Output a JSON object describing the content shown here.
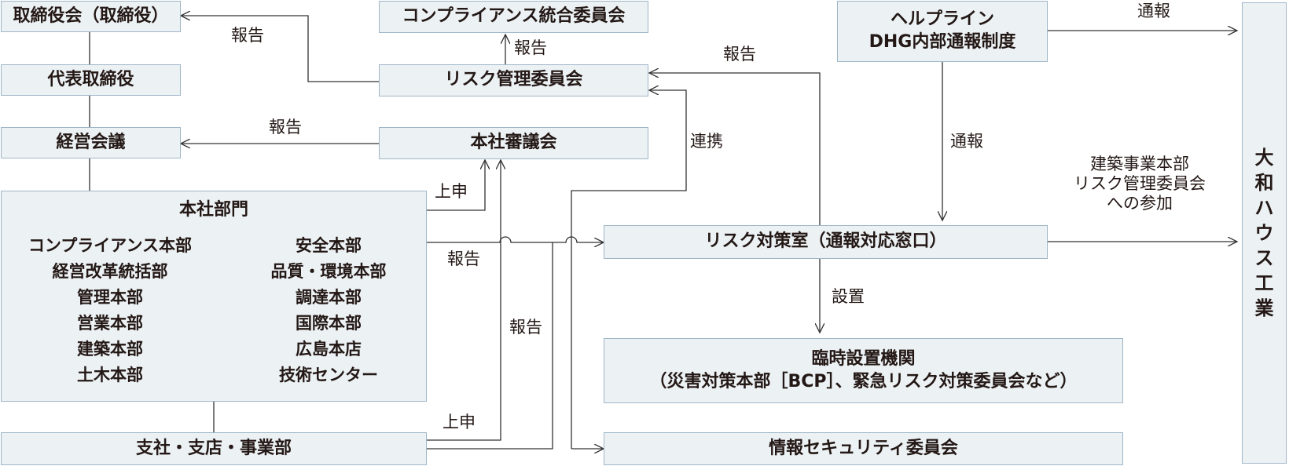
{
  "boxes": {
    "board": "取締役会（取締役）",
    "representative": "代表取締役",
    "management_meeting": "経営会議",
    "compliance_committee": "コンプライアンス統合委員会",
    "risk_committee": "リスク管理委員会",
    "hq_council": "本社審議会",
    "helpline_line1": "ヘルプライン",
    "helpline_line2": "DHG内部通報制度",
    "daiwa_house": "大和ハウス工業",
    "hq_departments_title": "本社部門",
    "risk_office": "リスク対策室（通報対応窓口）",
    "temporary_org_line1": "臨時設置機関",
    "temporary_org_line2": "（災害対策本部［BCP］、緊急リスク対策委員会など）",
    "branches": "支社・支店・事業部",
    "info_security": "情報セキュリティ委員会"
  },
  "departments_left": [
    "コンプライアンス本部",
    "経営改革統括部",
    "管理本部",
    "営業本部",
    "建築本部",
    "土木本部"
  ],
  "departments_right": [
    "安全本部",
    "品質・環境本部",
    "調達本部",
    "国際本部",
    "広島本店",
    "技術センター"
  ],
  "labels": {
    "report": "報告",
    "appeal": "上申",
    "notify": "通報",
    "cooperate": "連携",
    "establish": "設置",
    "participation_line1": "建築事業本部",
    "participation_line2": "リスク管理委員会",
    "participation_line3": "への参加"
  },
  "colors": {
    "box_fill": "#ecf1f4",
    "box_border": "#9fb6c7",
    "line": "#333333",
    "text": "#231815"
  }
}
